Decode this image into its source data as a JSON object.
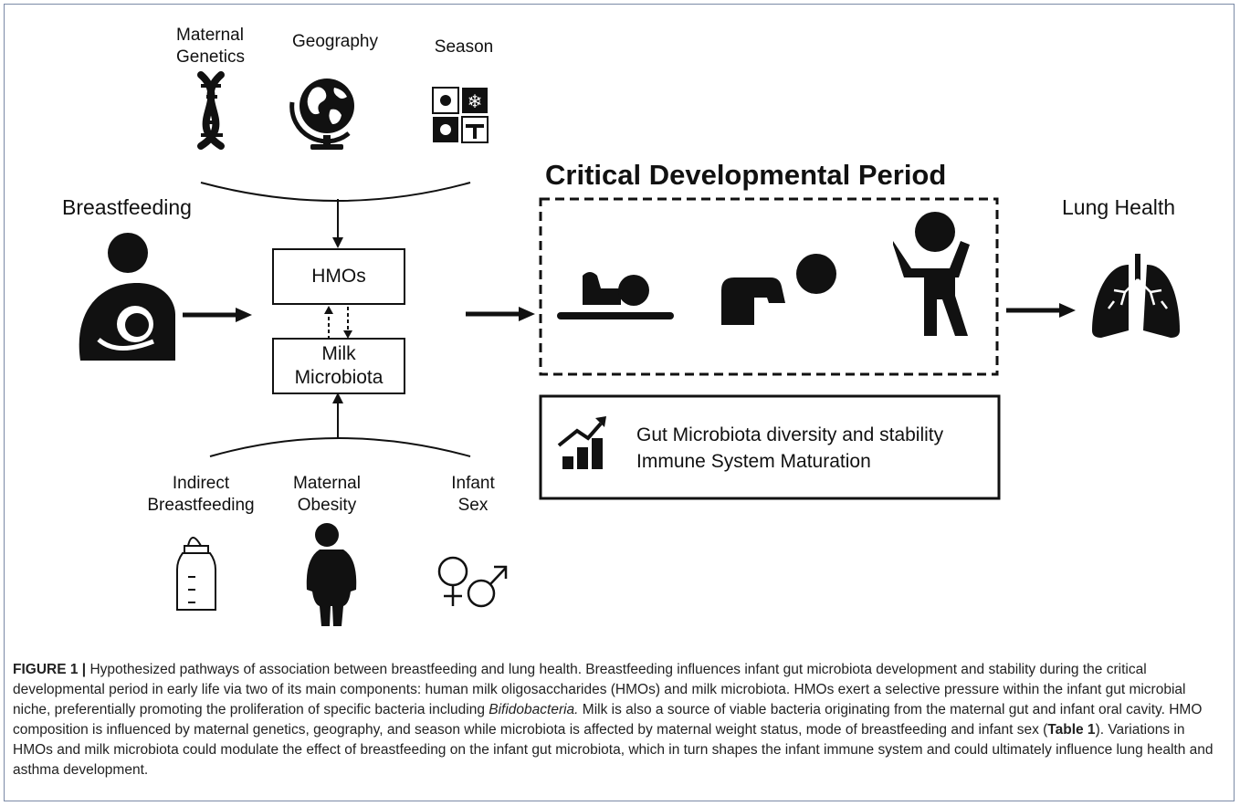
{
  "factors_top": {
    "maternal_genetics": "Maternal\nGenetics",
    "geography": "Geography",
    "season": "Season"
  },
  "factors_bottom": {
    "indirect_breastfeeding": "Indirect\nBreastfeeding",
    "maternal_obesity": "Maternal\nObesity",
    "infant_sex": "Infant\nSex"
  },
  "labels": {
    "breastfeeding": "Breastfeeding",
    "lung_health": "Lung Health",
    "critical_period": "Critical Developmental Period"
  },
  "boxes": {
    "hmos": "HMOs",
    "milk_microbiota": "Milk\nMicrobiota"
  },
  "outcomes": {
    "line1": "Gut Microbiota diversity and stability",
    "line2": "Immune System Maturation"
  },
  "icons": [
    "dna-icon",
    "globe-icon",
    "season-icon",
    "breastfeeding-mother-icon",
    "baby-bottle-icon",
    "obese-person-icon",
    "gender-symbols-icon",
    "infant-lying-icon",
    "infant-crawling-icon",
    "toddler-icon",
    "lungs-icon",
    "growth-chart-icon"
  ],
  "caption": {
    "figure_label": "FIGURE 1 |",
    "text_part1": " Hypothesized pathways of association between breastfeeding and lung health. Breastfeeding influences infant gut microbiota development and stability during the critical developmental period in early life via two of its main components: human milk oligosaccharides (HMOs) and milk microbiota. HMOs exert a selective pressure within the infant gut microbial niche, preferentially promoting the proliferation of specific bacteria including ",
    "italic": "Bifidobacteria.",
    "text_part2": " Milk is also a source of viable bacteria originating from the maternal gut and infant oral cavity. HMO composition is influenced by maternal genetics, geography, and season while microbiota is affected by maternal weight status, mode of breastfeeding and infant sex (",
    "table_ref": "Table 1",
    "text_part3": "). Variations in HMOs and milk microbiota could modulate the effect of breastfeeding on the infant gut microbiota, which in turn shapes the infant immune system and could ultimately influence lung health and asthma development."
  }
}
